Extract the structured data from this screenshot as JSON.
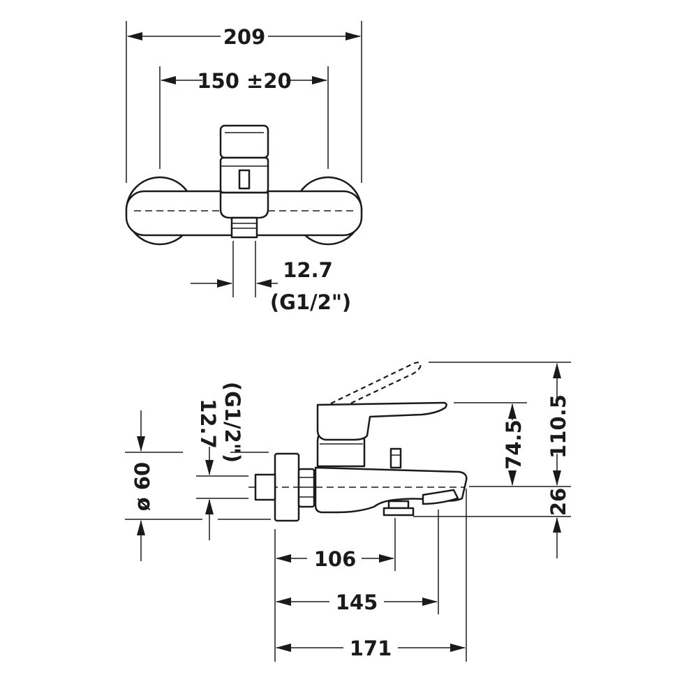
{
  "drawing": {
    "top_view": {
      "overall_width": "209",
      "centre_distance": "150 ±20",
      "outlet_size": "12.7",
      "outlet_thread": "(G1/2\")"
    },
    "side_view": {
      "inlet_size": "12.7",
      "inlet_thread": "(G1/2\")",
      "flange_diameter": "ø 60",
      "lever_height": "74.5",
      "lever_open_height": "110.5",
      "spout_height": "26",
      "outlet_projection": "106",
      "aerator_projection": "145",
      "spout_projection": "171"
    }
  }
}
